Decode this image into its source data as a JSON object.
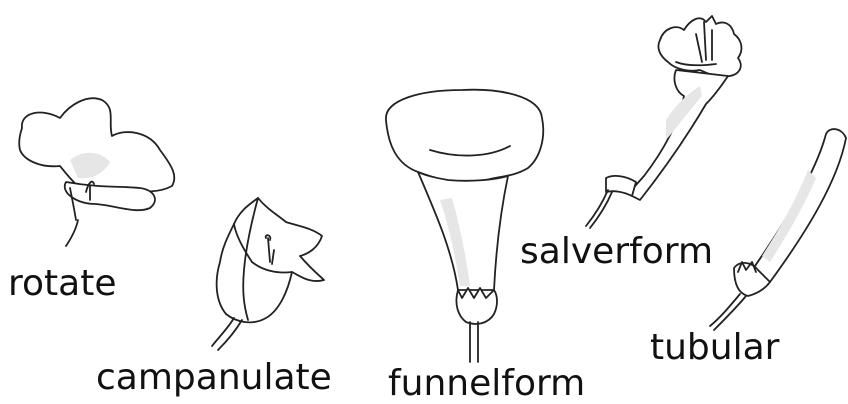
{
  "labels": {
    "rotate": "rotate",
    "campanulate": "campanulate",
    "funnelform": "funnelform",
    "salverform": "salverform",
    "tubular": "tubular"
  }
}
